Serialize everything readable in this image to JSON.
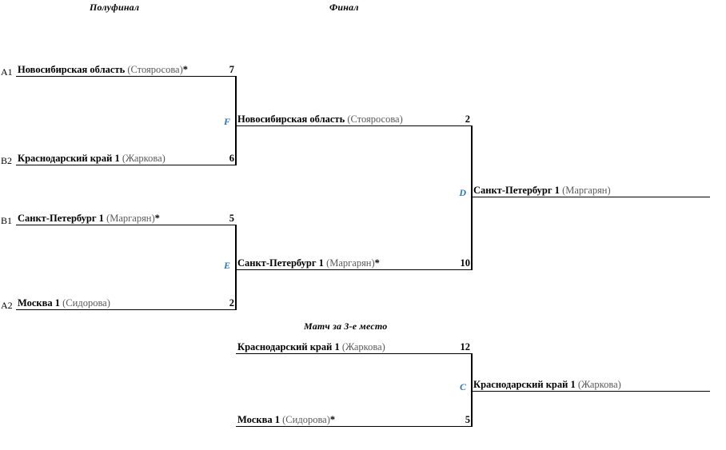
{
  "headings": {
    "semifinal": "Полуфинал",
    "final": "Финал",
    "third_place": "Матч за 3-е место"
  },
  "accent_color": "#2e74b5",
  "line_color": "#000000",
  "coach_color": "#5a5a5a",
  "semifinal": {
    "match_f": {
      "letter": "F",
      "slots": [
        {
          "seed": "A1",
          "team": "Новосибирская область",
          "coach": "(Стояросова)",
          "star": "*",
          "score": "7"
        },
        {
          "seed": "B2",
          "team": "Краснодарский край 1",
          "coach": "(Жаркова)",
          "star": "",
          "score": "6"
        }
      ]
    },
    "match_e": {
      "letter": "E",
      "slots": [
        {
          "seed": "B1",
          "team": "Санкт-Петербург 1",
          "coach": "(Маргарян)",
          "star": "*",
          "score": "5"
        },
        {
          "seed": "A2",
          "team": "Москва 1",
          "coach": "(Сидорова)",
          "star": "",
          "score": "2"
        }
      ]
    }
  },
  "final": {
    "match_d": {
      "letter": "D",
      "slots": [
        {
          "letter": "F",
          "team": "Новосибирская область",
          "coach": "(Стояросова)",
          "star": "",
          "score": "2"
        },
        {
          "letter": "E",
          "team": "Санкт-Петербург 1",
          "coach": "(Маргарян)",
          "star": "*",
          "score": "10"
        }
      ],
      "winner": {
        "team": "Санкт-Петербург 1",
        "coach": "(Маргарян)",
        "star": "",
        "score": ""
      }
    }
  },
  "third_place": {
    "match_c": {
      "letter": "C",
      "slots": [
        {
          "team": "Краснодарский край 1",
          "coach": "(Жаркова)",
          "star": "",
          "score": "12"
        },
        {
          "team": "Москва 1",
          "coach": "(Сидорова)",
          "star": "*",
          "score": "5"
        }
      ],
      "winner": {
        "team": "Краснодарский край 1",
        "coach": "(Жаркова)",
        "star": "",
        "score": ""
      }
    }
  }
}
